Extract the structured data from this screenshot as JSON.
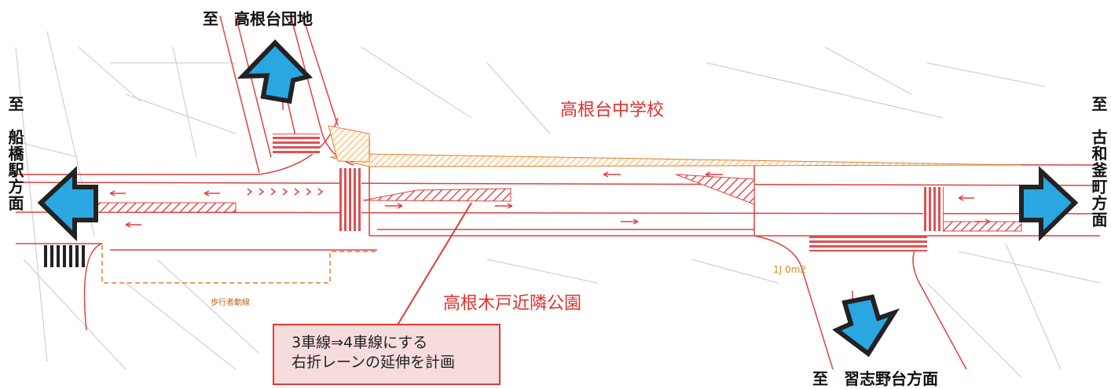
{
  "directions": {
    "north": "至　高根台団地",
    "east": "至　古和釜町方面",
    "west": "至　船橋駅方面",
    "south": "至　習志野台方面"
  },
  "places": {
    "school": "高根台中学校",
    "park": "高根木戸近隣公園",
    "pedestrian_route": "歩行者動線",
    "marker_text": "1J 0m2"
  },
  "callout": {
    "line1": "3車線⇒4車線にする",
    "line2": "右折レーンの延伸を計画"
  },
  "colors": {
    "arrow_fill": "#2aa7e0",
    "road_line": "#e04040",
    "label_red": "#e0322f"
  }
}
